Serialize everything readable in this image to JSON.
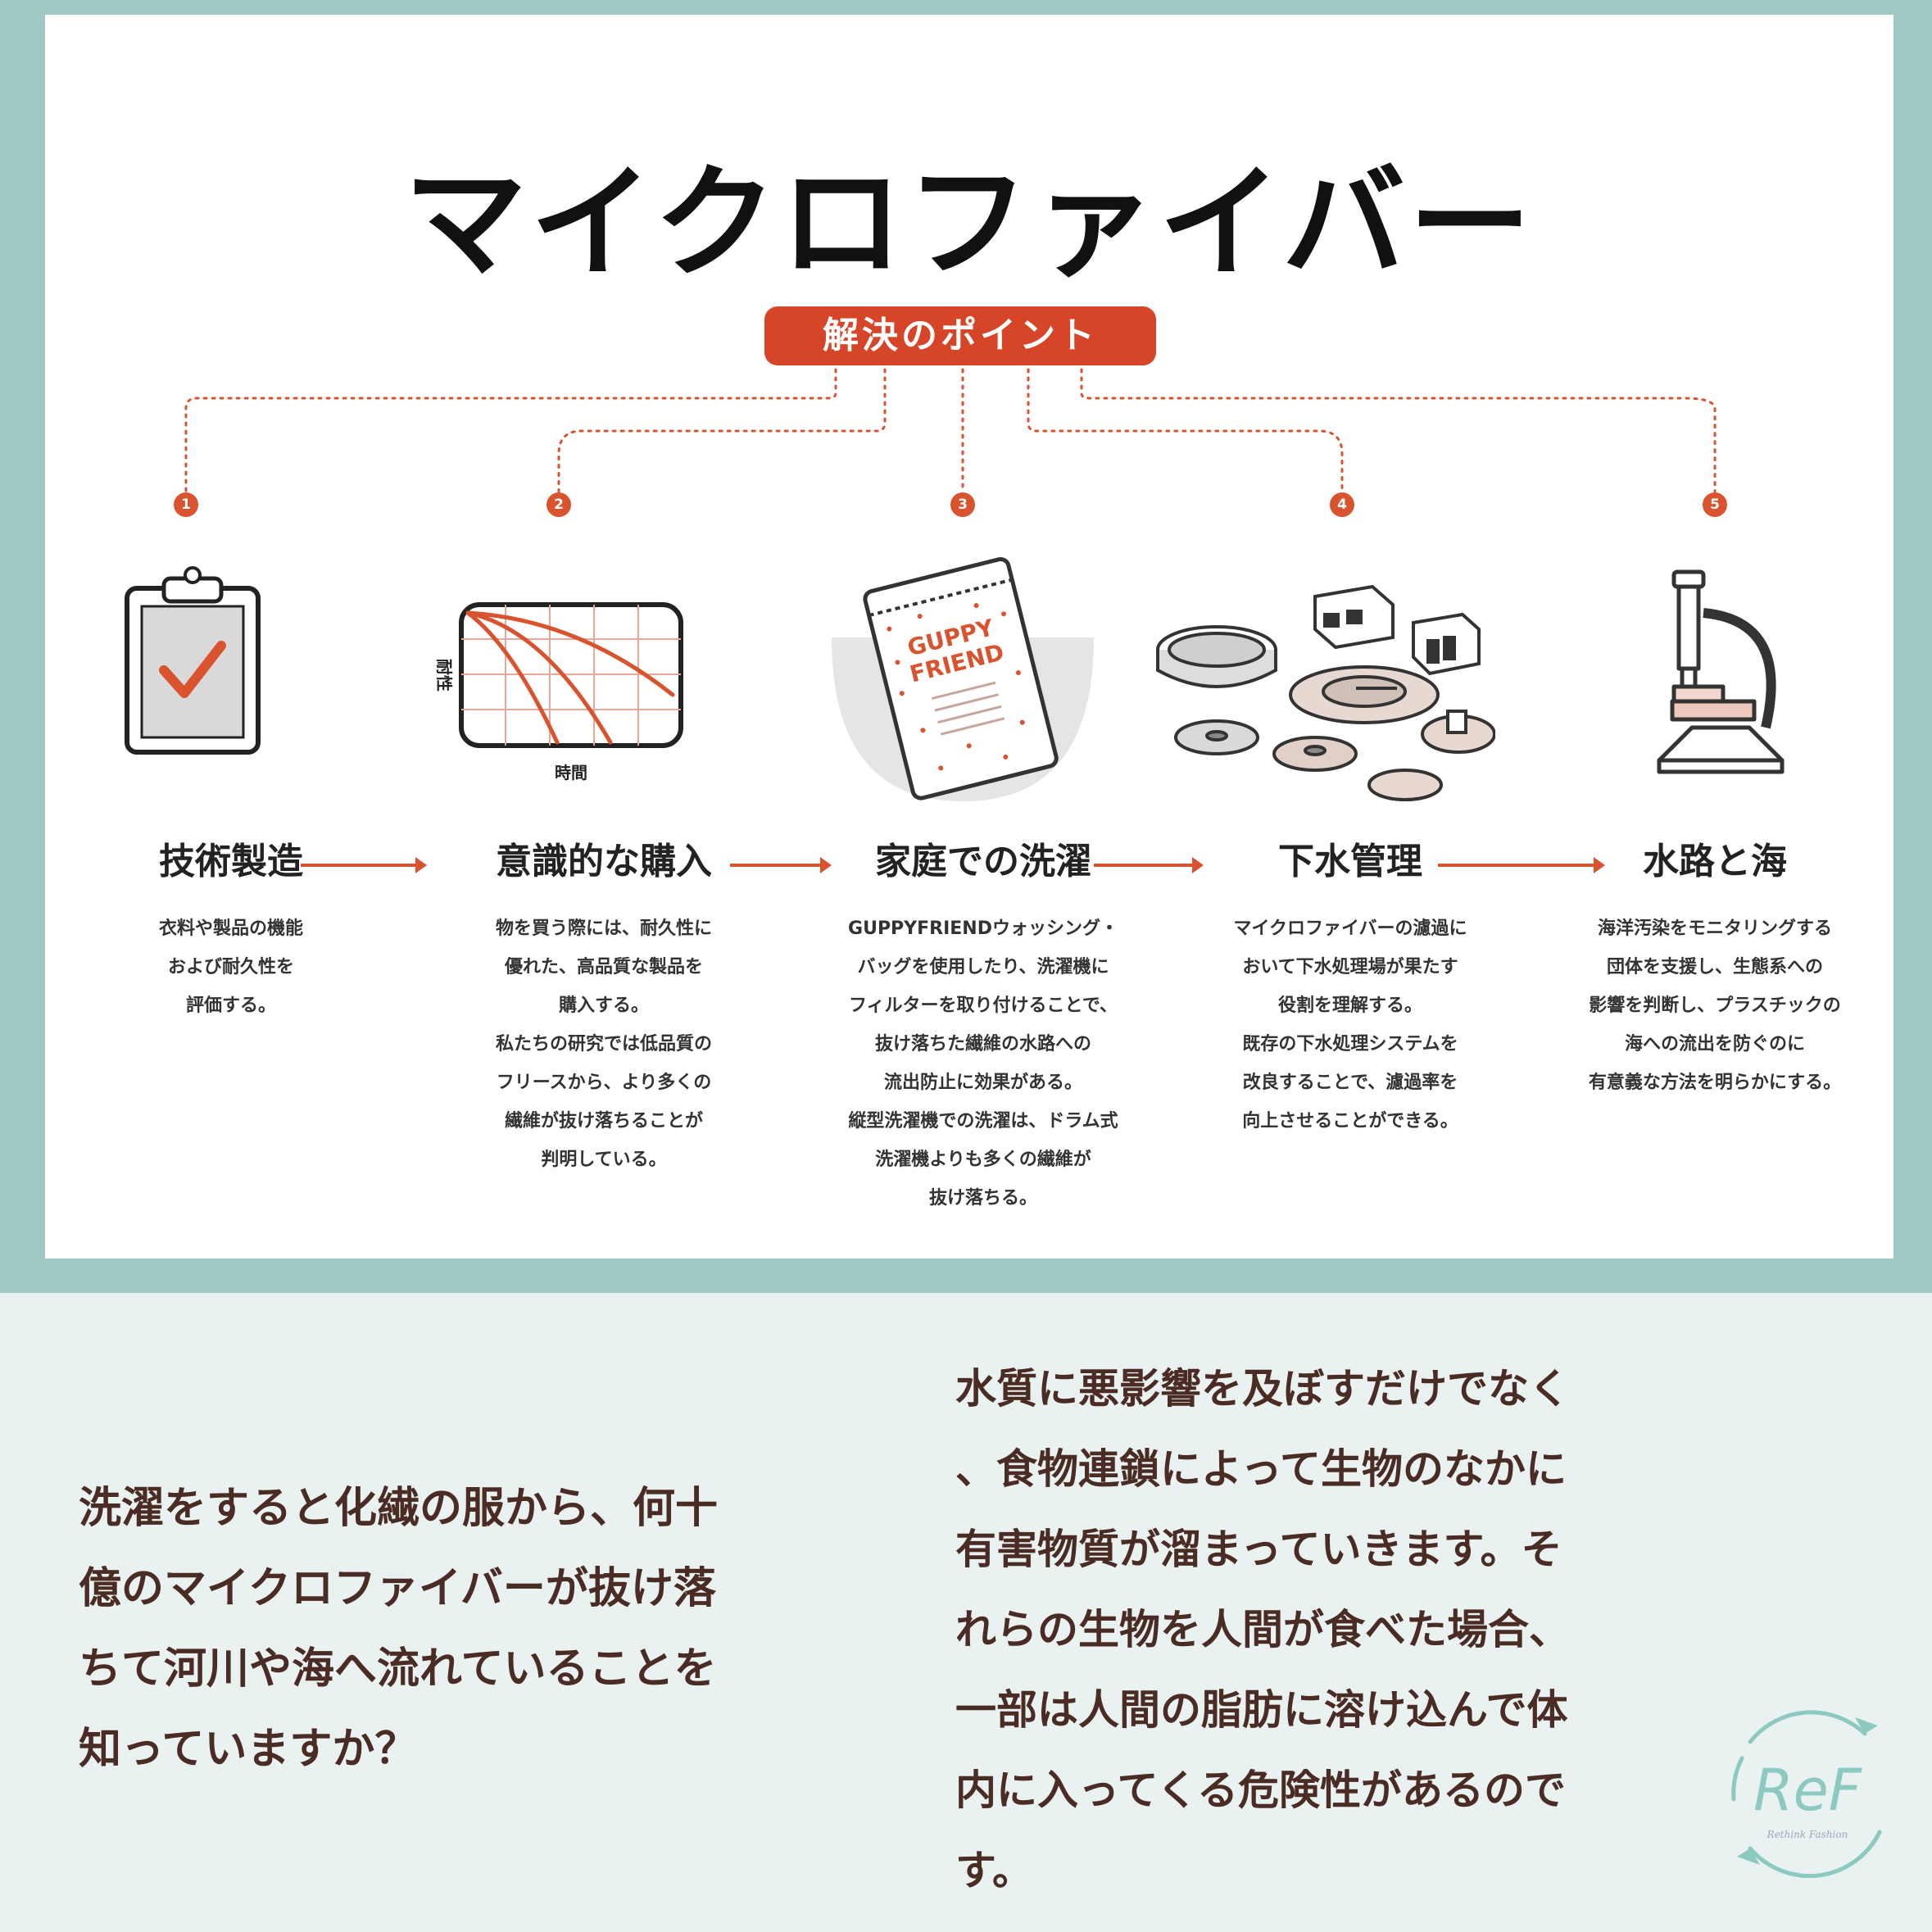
{
  "infographic": {
    "title": "マイクロファイバー",
    "subtitle_pill": "解決のポイント",
    "graph_labels": {
      "y": "耐性",
      "x": "時間"
    },
    "bag_text": {
      "brand_line1": "GUPPY",
      "brand_line2": "FRIEND"
    },
    "steps": [
      {
        "number": "1",
        "title": "技術製造",
        "description": "衣料や製品の機能\nおよび耐久性を\n評価する。"
      },
      {
        "number": "2",
        "title": "意識的な購入",
        "description": "物を買う際には、耐久性に\n優れた、高品質な製品を\n購入する。\n私たちの研究では低品質の\nフリースから、より多くの\n繊維が抜け落ちることが\n判明している。"
      },
      {
        "number": "3",
        "title": "家庭での洗濯",
        "description": "GUPPYFRIENDウォッシング・\nバッグを使用したり、洗濯機に\nフィルターを取り付けることで、\n抜け落ちた繊維の水路への\n流出防止に効果がある。\n縦型洗濯機での洗濯は、ドラム式\n洗濯機よりも多くの繊維が\n抜け落ちる。"
      },
      {
        "number": "4",
        "title": "下水管理",
        "description": "マイクロファイバーの濾過に\nおいて下水処理場が果たす\n役割を理解する。\n既存の下水処理システムを\n改良することで、濾過率を\n向上させることができる。"
      },
      {
        "number": "5",
        "title": "水路と海",
        "description": "海洋汚染をモニタリングする\n団体を支援し、生態系への\n影響を判断し、プラスチックの\n海への流出を防ぐのに\n有意義な方法を明らかにする。"
      }
    ]
  },
  "text_left": "洗濯をすると化繊の服から、何十\n億のマイクロファイバーが抜け落\nちて河川や海へ流れていることを\n知っていますか？",
  "text_right": "水質に悪影響を及ぼすだけでなく\n、食物連鎖によって生物のなかに\n有害物質が溜まっていきます。そ\nれらの生物を人間が食べた場合、\n一部は人間の脂肪に溶け込んで体\n内に入ってくる危険性があるので\nす。",
  "logo": {
    "mark": "ReF",
    "tagline": "Rethink Fashion"
  },
  "colors": {
    "accent": "#d64527",
    "frame": "#9fc8c3",
    "background": "#e9f1f1",
    "body_text": "#4a2c24",
    "logo": "#8cc9c0"
  }
}
